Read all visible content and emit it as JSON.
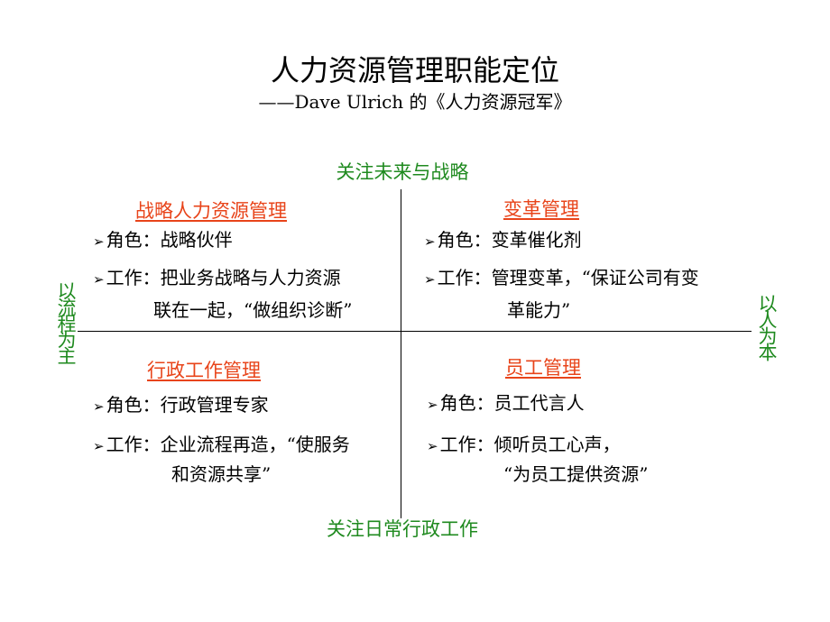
{
  "title": "人力资源管理职能定位",
  "subtitle": "——Dave Ulrich 的《人力资源冠军》",
  "colors": {
    "axis_label": "#1f8a1f",
    "quadrant_heading": "#e8441a",
    "body_text": "#000000",
    "lines": "#000000"
  },
  "axes": {
    "top": "关注未来与战略",
    "bottom": "关注日常行政工作",
    "left": "以流程为主",
    "right": "以人为本"
  },
  "bullet_icon": "arrow-bullet-icon",
  "bullet_glyph": "➢",
  "quadrants": {
    "top_left": {
      "heading": "战略人力资源管理",
      "role": "角色：战略伙伴",
      "work_1": "工作：把业务战略与人力资源",
      "work_2": "联在一起，“做组织诊断”"
    },
    "top_right": {
      "heading": "变革管理",
      "role": "角色：变革催化剂",
      "work_1": "工作：管理变革，“保证公司有变",
      "work_2": "革能力”"
    },
    "bottom_left": {
      "heading": "行政工作管理",
      "role": "角色：行政管理专家",
      "work_1": "工作：企业流程再造，“使服务",
      "work_2": "和资源共享”"
    },
    "bottom_right": {
      "heading": "员工管理",
      "role": "角色：员工代言人",
      "work_1": "工作：倾听员工心声，",
      "work_2": "“为员工提供资源”"
    }
  }
}
